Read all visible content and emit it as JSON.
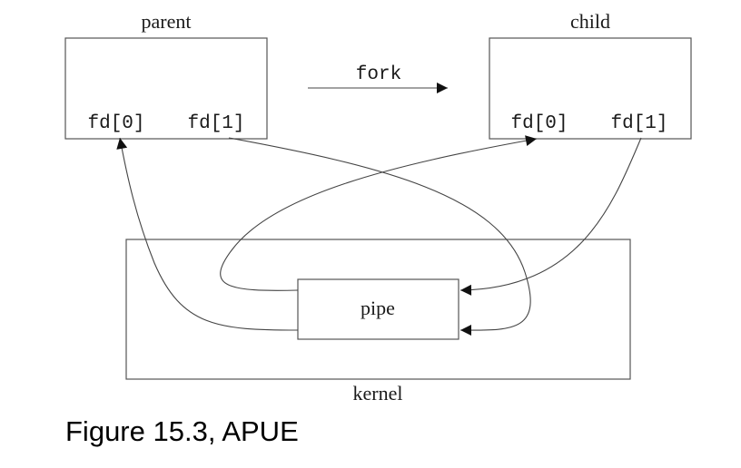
{
  "diagram": {
    "parent_label": "parent",
    "child_label": "child",
    "fork_label": "fork",
    "parent_fd0": "fd[0]",
    "parent_fd1": "fd[1]",
    "child_fd0": "fd[0]",
    "child_fd1": "fd[1]",
    "pipe_label": "pipe",
    "kernel_label": "kernel"
  },
  "caption": "Figure 15.3, APUE",
  "colors": {
    "line": "#444444",
    "box_border": "#555555",
    "text": "#1a1a1a"
  }
}
